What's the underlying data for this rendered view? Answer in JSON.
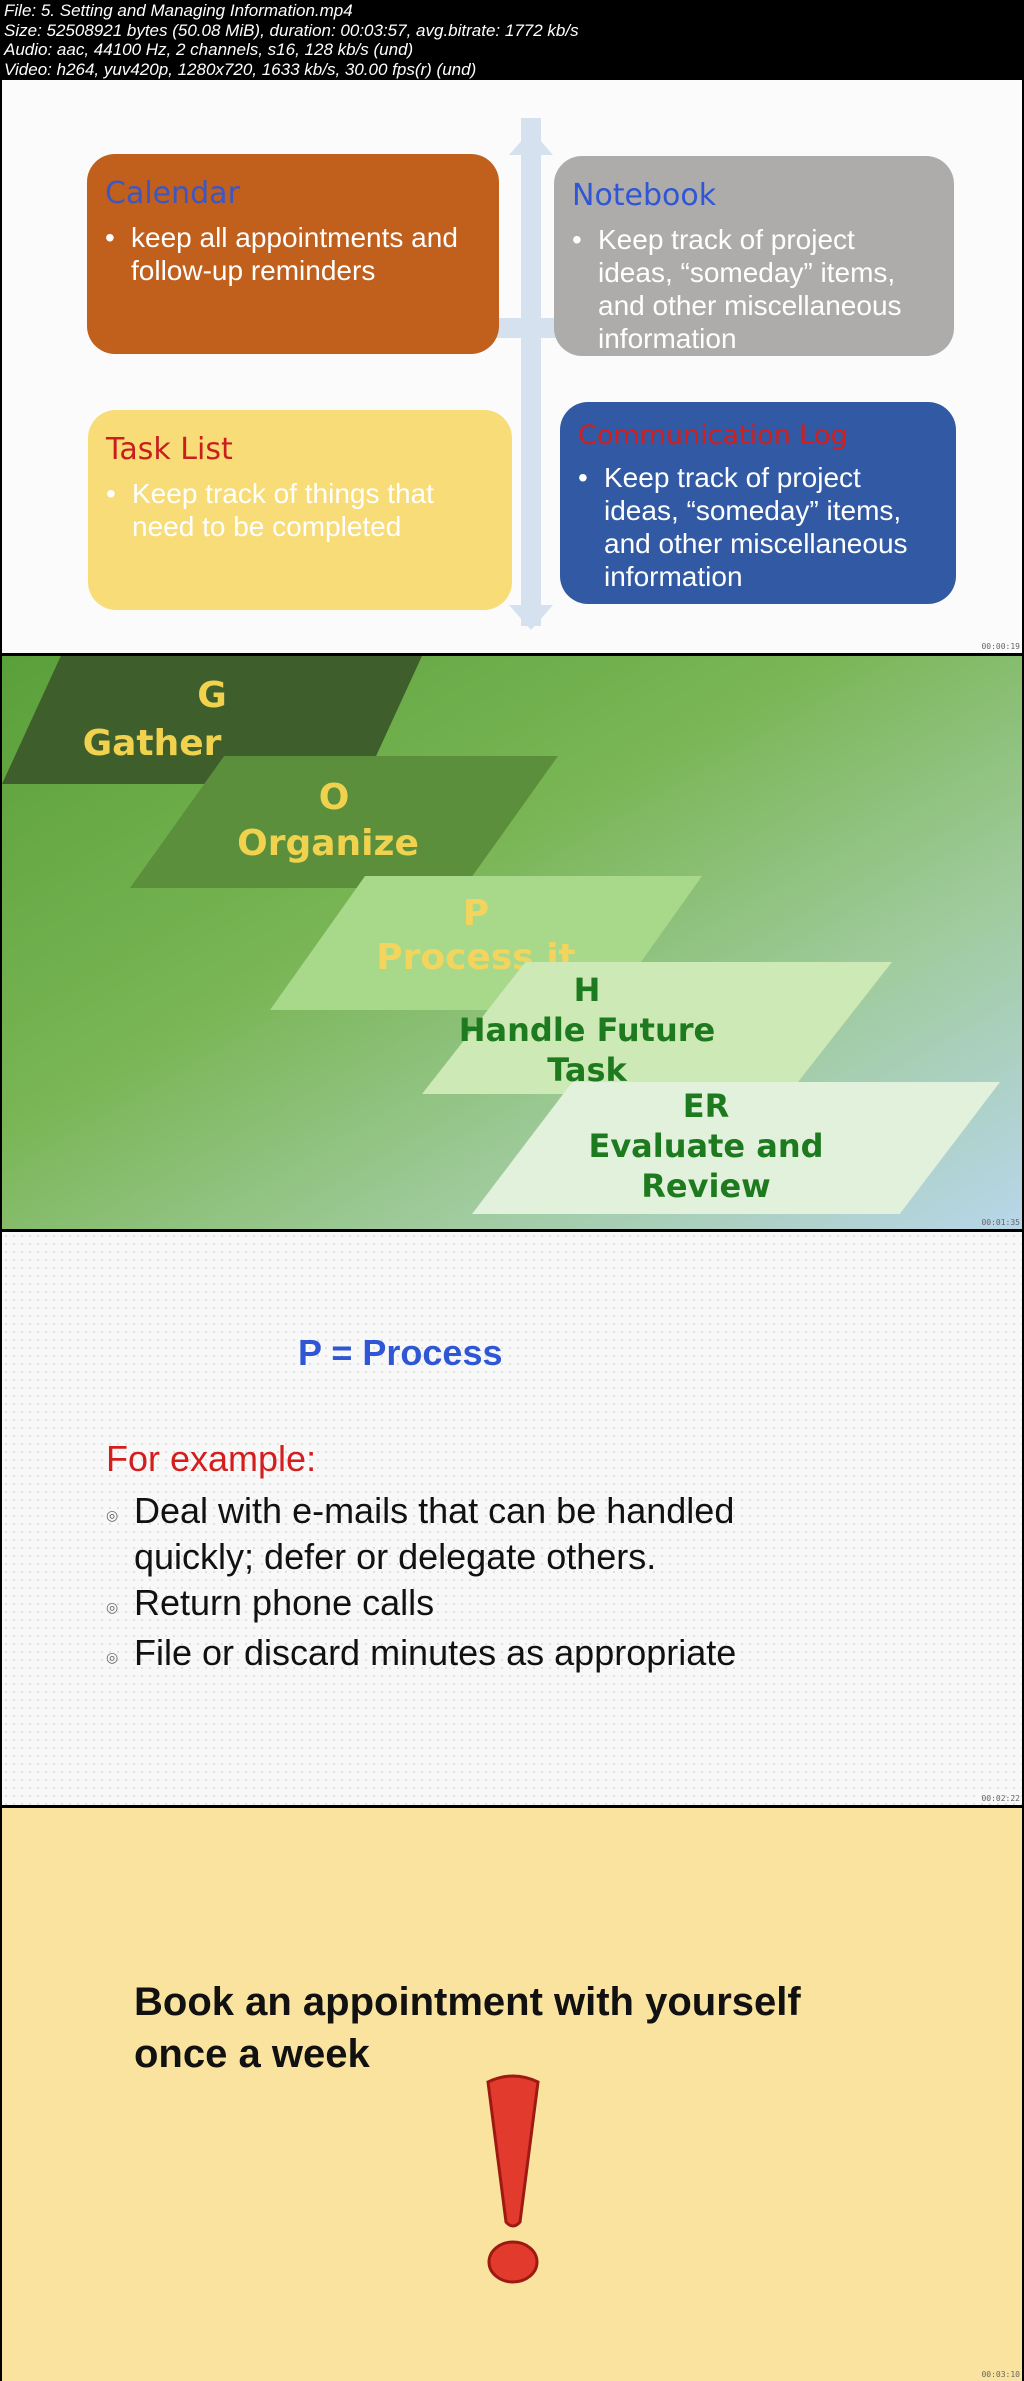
{
  "header": {
    "line1": "File: 5. Setting and Managing Information.mp4",
    "line2": "Size: 52508921 bytes (50.08 MiB), duration: 00:03:57, avg.bitrate: 1772 kb/s",
    "line3": "Audio: aac, 44100 Hz, 2 channels, s16, 128 kb/s (und)",
    "line4": "Video: h264, yuv420p, 1280x720, 1633 kb/s, 30.00 fps(r) (und)"
  },
  "frame1": {
    "calendar": {
      "title": "Calendar",
      "bullet": "keep all appointments and follow-up reminders",
      "color": "#c0601c"
    },
    "notebook": {
      "title": "Notebook",
      "bullet": "Keep track of project ideas, “someday” items, and other miscellaneous information",
      "color": "#aeabab"
    },
    "task_list": {
      "title": "Task List",
      "bullet": "Keep track of things that need to be completed",
      "color": "#f8dc78"
    },
    "communication_log": {
      "title": "Communication Log",
      "bullet": "Keep track of project ideas, “someday” items, and other miscellaneous information",
      "color": "#325aa4"
    },
    "timestamp": "00:00:19"
  },
  "frame2": {
    "steps": [
      {
        "letter": "G",
        "word": "Gather"
      },
      {
        "letter": "O",
        "word": "Organize"
      },
      {
        "letter": "P",
        "word": "Process it"
      },
      {
        "letter": "H",
        "word1": "Handle Future",
        "word2": "Task"
      },
      {
        "letter": "ER",
        "word1": "Evaluate and",
        "word2": "Review"
      }
    ],
    "timestamp": "00:01:35"
  },
  "frame3": {
    "title": "P = Process",
    "subtitle": "For example:",
    "items": [
      {
        "line1": "Deal with e-mails that can be handled",
        "line2": "quickly; defer or delegate others."
      },
      {
        "line1": "Return phone calls"
      },
      {
        "line1": "File or discard minutes as appropriate"
      }
    ],
    "timestamp": "00:02:22"
  },
  "frame4": {
    "line1": "Book an appointment with yourself",
    "line2": "once a week",
    "timestamp": "00:03:10"
  }
}
